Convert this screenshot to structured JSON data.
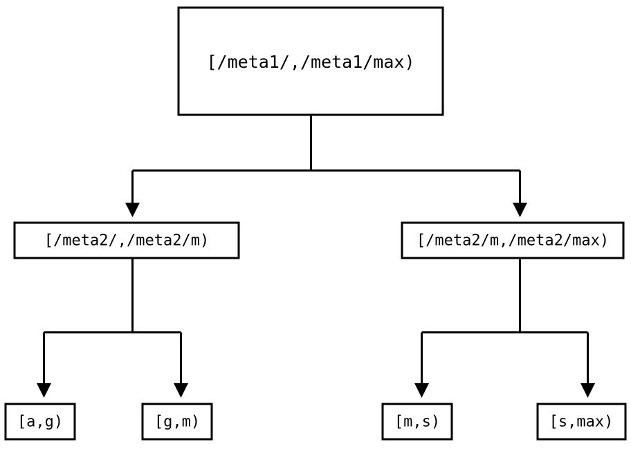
{
  "diagram": {
    "type": "tree",
    "title": "",
    "background_color": "#ffffff",
    "line_color": "#000000",
    "text_color": "#000000",
    "nodes": {
      "root": {
        "label": "[/meta1/,/meta1/max)"
      },
      "mid_left": {
        "label": "[/meta2/,/meta2/m)"
      },
      "mid_right": {
        "label": "[/meta2/m,/meta2/max)"
      },
      "leaf_1": {
        "label": "[a,g)"
      },
      "leaf_2": {
        "label": "[g,m)"
      },
      "leaf_3": {
        "label": "[m,s)"
      },
      "leaf_4": {
        "label": "[s,max)"
      }
    },
    "edges": [
      {
        "from": "root",
        "to": "mid_left"
      },
      {
        "from": "root",
        "to": "mid_right"
      },
      {
        "from": "mid_left",
        "to": "leaf_1"
      },
      {
        "from": "mid_left",
        "to": "leaf_2"
      },
      {
        "from": "mid_right",
        "to": "leaf_3"
      },
      {
        "from": "mid_right",
        "to": "leaf_4"
      }
    ]
  }
}
